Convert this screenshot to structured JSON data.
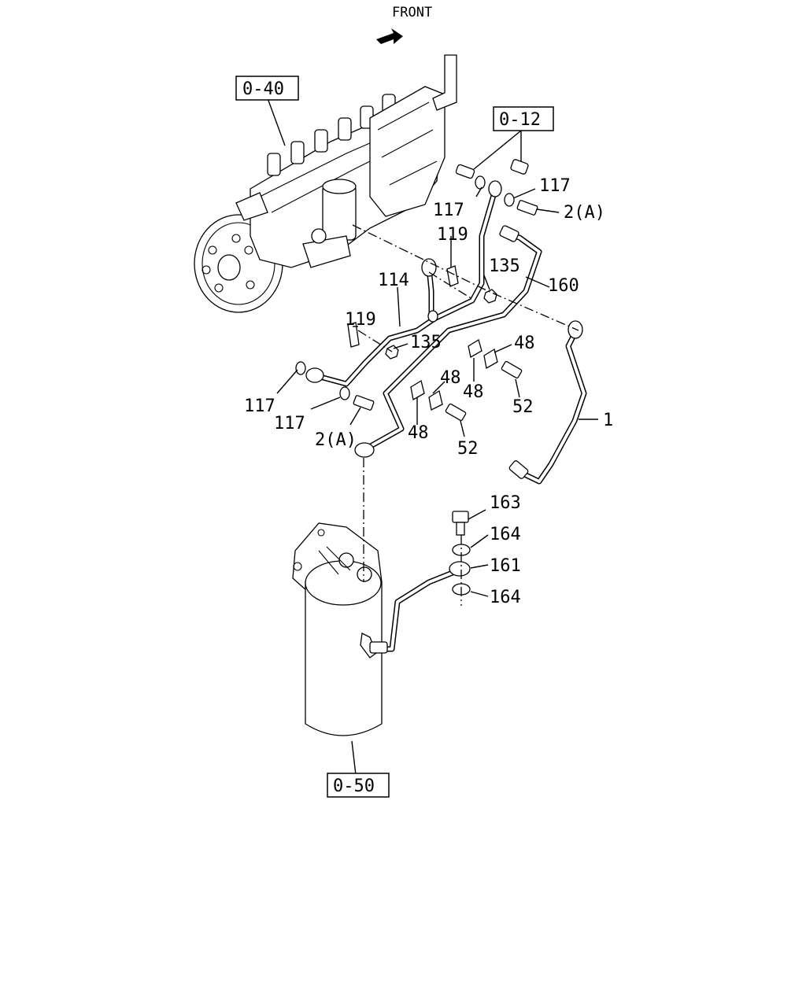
{
  "front_label": "FRONT",
  "refs": {
    "pump": "0-40",
    "connector": "0-12",
    "filter": "0-50"
  },
  "callouts": {
    "c117_a": "117",
    "c117_b": "117",
    "c117_c": "117",
    "c117_d": "117",
    "c2a_a": "2(A)",
    "c2a_b": "2(A)",
    "c119_a": "119",
    "c119_b": "119",
    "c114": "114",
    "c135_a": "135",
    "c135_b": "135",
    "c160": "160",
    "c48_a": "48",
    "c48_b": "48",
    "c48_c": "48",
    "c48_d": "48",
    "c52_a": "52",
    "c52_b": "52",
    "c1": "1",
    "c163": "163",
    "c164_a": "164",
    "c161": "161",
    "c164_b": "164"
  }
}
